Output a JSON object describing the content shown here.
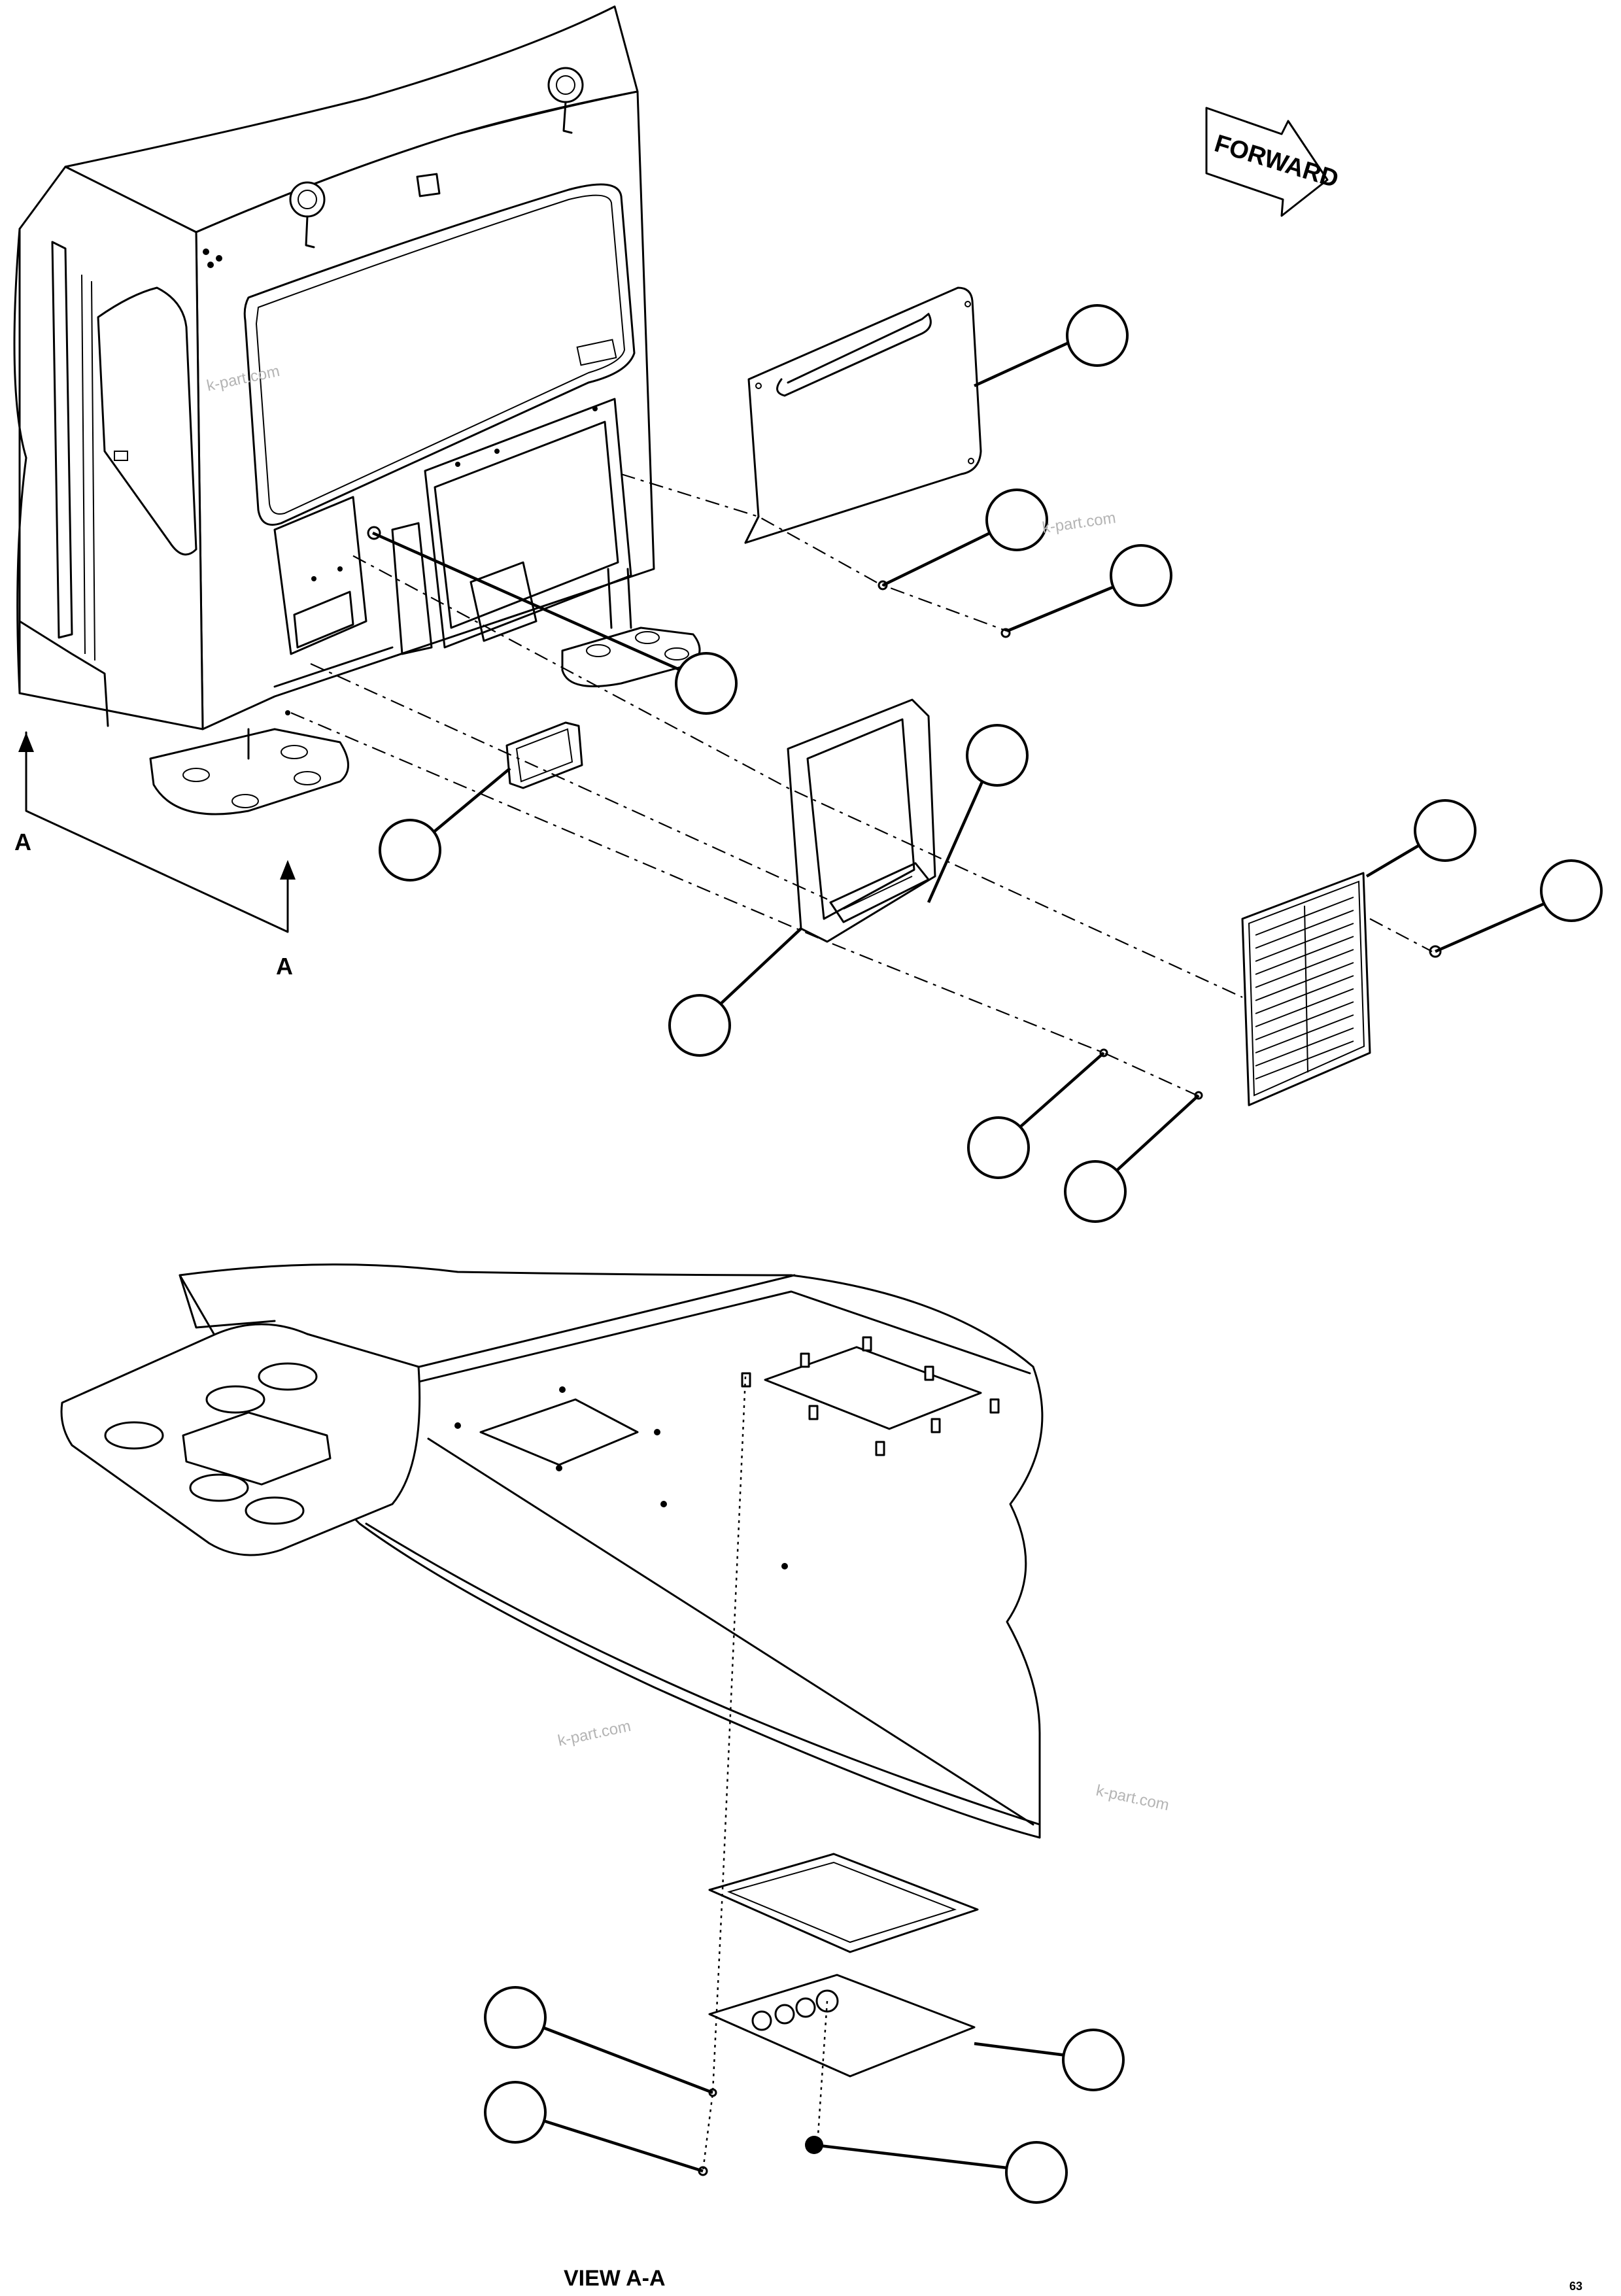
{
  "drawing": {
    "forward_label": "FORWARD",
    "section_marker_top": "A",
    "section_marker_bottom": "A",
    "view_label": "VIEW A-A",
    "watermark_1": "k-part.com",
    "watermark_2": "k-part.com",
    "watermark_3": "k-part.com",
    "watermark_4": "k-part.com",
    "corner_mark": "63",
    "callout_count": 15
  },
  "colors": {
    "line": "#000000",
    "background": "#ffffff",
    "watermark": "#b4b4b4"
  }
}
